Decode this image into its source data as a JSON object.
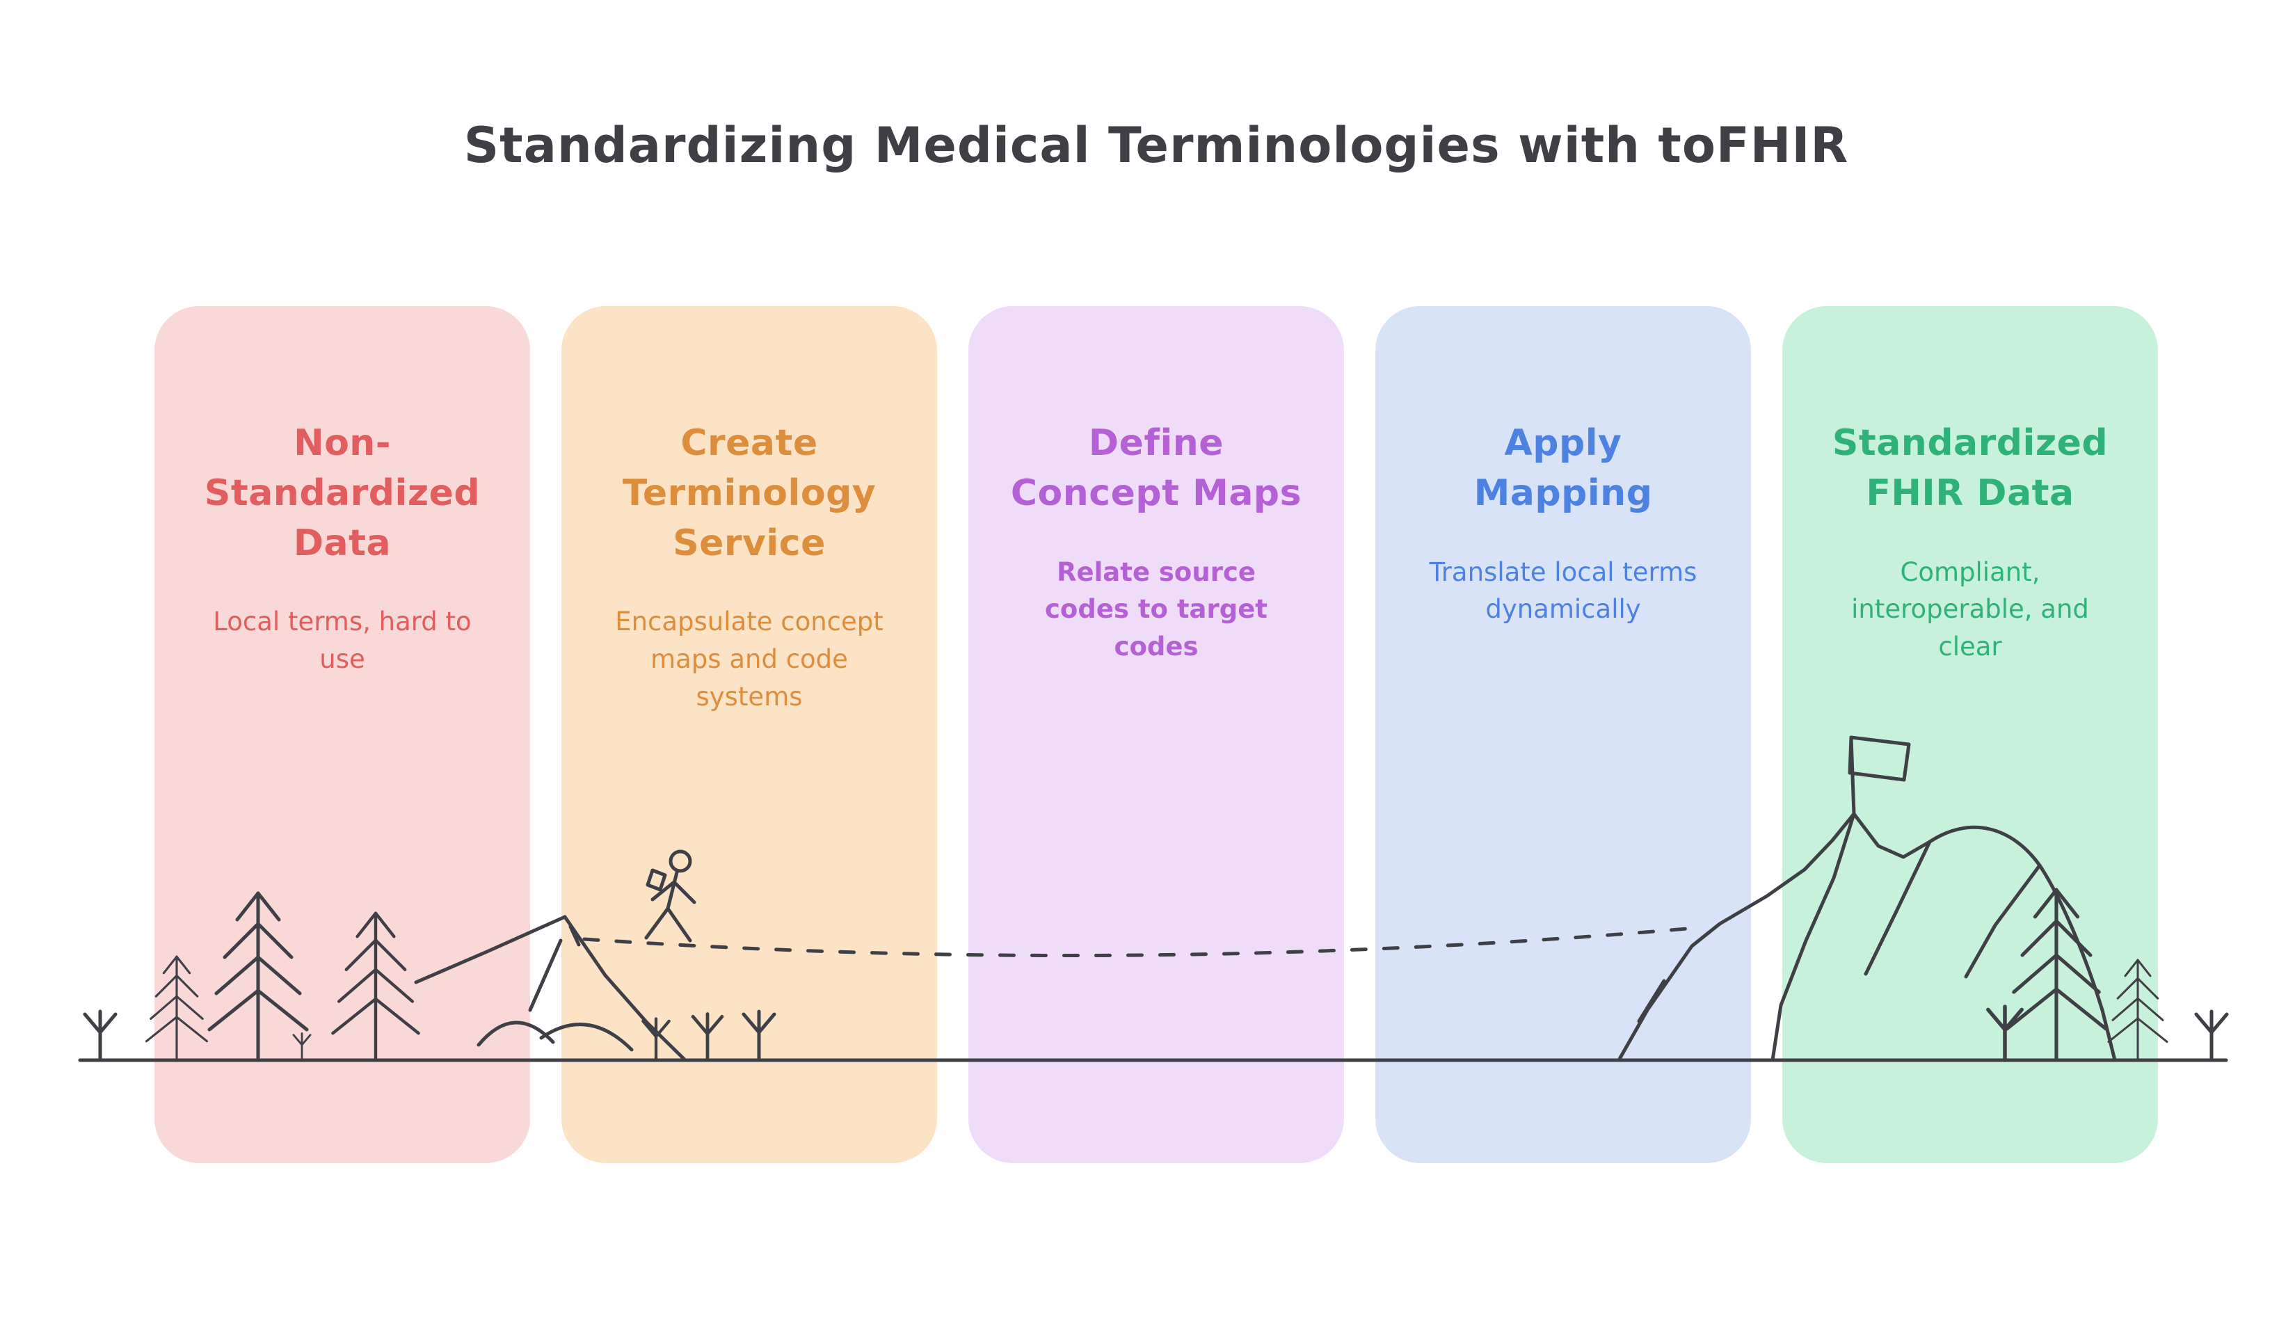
{
  "title": "Standardizing Medical Terminologies with toFHIR",
  "cards": [
    {
      "title": "Non-\nStandardized\nData",
      "subtitle": "Local terms, hard to use",
      "colors": {
        "bg": "#f9d8d8",
        "fg": "#e25d5d"
      }
    },
    {
      "title": "Create\nTerminology\nService",
      "subtitle": "Encapsulate concept maps and code systems",
      "colors": {
        "bg": "#fce3c5",
        "fg": "#dd8e3d"
      }
    },
    {
      "title": "Define\nConcept Maps",
      "subtitle": "Relate source codes to target codes",
      "colors": {
        "bg": "#eedcf8",
        "fg": "#b561d6"
      }
    },
    {
      "title": "Apply\nMapping",
      "subtitle": "Translate local terms dynamically",
      "colors": {
        "bg": "#d8e3f8",
        "fg": "#4e82e1"
      }
    },
    {
      "title": "Standardized\nFHIR Data",
      "subtitle": "Compliant, interoperable, and clear",
      "colors": {
        "bg": "#c8f1db",
        "fg": "#2fb277"
      }
    }
  ],
  "illustration": {
    "ink": "#3f3f46",
    "elements": [
      "ground-line",
      "pine-trees",
      "left-hill",
      "hiker-figure",
      "dashed-journey-path",
      "summit-mountain",
      "summit-flag"
    ]
  }
}
